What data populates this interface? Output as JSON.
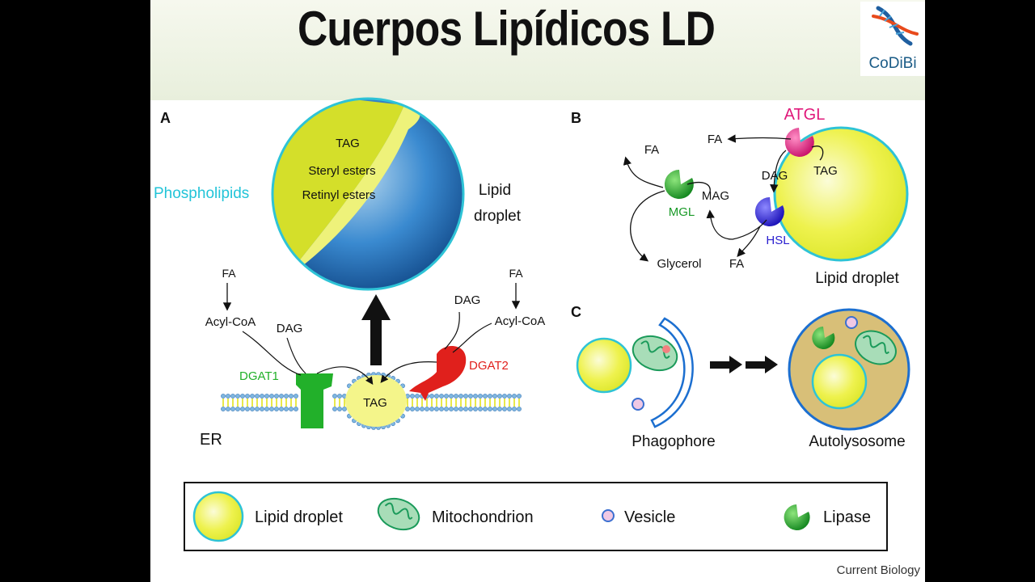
{
  "title": "Cuerpos Lipídicos LD",
  "logo": {
    "text": "CoDiBi",
    "icon": "dna-helix-icon"
  },
  "panel_a": {
    "label": "A",
    "droplet_contents": [
      "TAG",
      "Steryl esters",
      "Retinyl esters"
    ],
    "phospholipids": "Phospholipids",
    "lipid_droplet": [
      "Lipid",
      "droplet"
    ],
    "left_fa": "FA",
    "left_acyl_coa": "Acyl-CoA",
    "left_dag": "DAG",
    "dgat1": "DGAT1",
    "right_dag": "DAG",
    "right_fa": "FA",
    "right_acyl_coa": "Acyl-CoA",
    "dgat2": "DGAT2",
    "tag_center": "TAG",
    "er": "ER"
  },
  "panel_b": {
    "label": "B",
    "atgl": "ATGL",
    "fa_top": "FA",
    "fa_left": "FA",
    "tag": "TAG",
    "dag": "DAG",
    "mag": "MAG",
    "mgl": "MGL",
    "hsl": "HSL",
    "glycerol": "Glycerol",
    "fa_bottom": "FA",
    "lipid_droplet": "Lipid droplet"
  },
  "panel_c": {
    "label": "C",
    "phagophore": "Phagophore",
    "autolysosome": "Autolysosome"
  },
  "legend": {
    "lipid_droplet": "Lipid droplet",
    "mitochondrion": "Mitochondrion",
    "vesicle": "Vesicle",
    "lipase": "Lipase"
  },
  "source": "Current Biology",
  "colors": {
    "droplet_yellow": "#e6ee3a",
    "droplet_blue": "#1f6fb8",
    "phospholipid_cyan": "#22c4d8",
    "dgat1_green": "#22b02a",
    "dgat2_red": "#e0201c",
    "atgl_magenta": "#e0187a",
    "hsl_blue": "#2a1fd0",
    "mgl_green": "#1a9a28",
    "autolysosome_tan": "#d8bf78"
  }
}
